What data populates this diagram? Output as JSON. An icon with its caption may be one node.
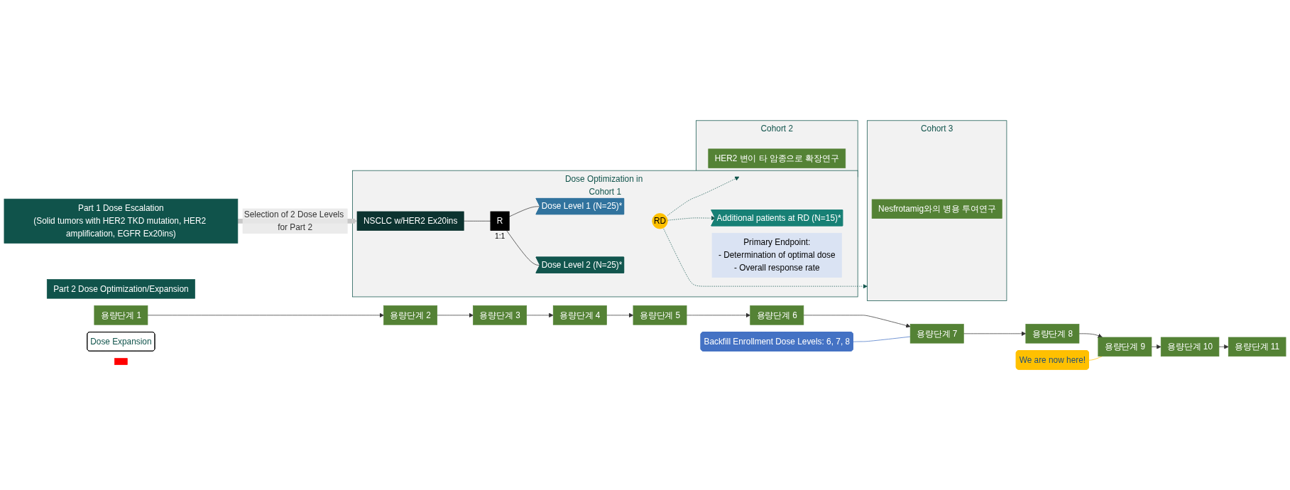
{
  "diagram": {
    "nodes": [
      {
        "text": [
          "Part 1 Dose Escalation",
          "(Solid tumors with HER2 TKD mutation, HER2 amplification, EGFR Ex20ins)"
        ]
      },
      {
        "text": [
          "Part 2 Dose Optimization/Expansion"
        ]
      },
      {
        "text": [
          "We are now here!"
        ]
      },
      {
        "text": [
          "Backfill Enrollment Dose Levels: 6, 7, 8"
        ]
      },
      {
        "text": [
          "용량단계 1"
        ]
      },
      {
        "text": [
          "용량단계 2"
        ]
      },
      {
        "text": [
          "용량단계 3"
        ]
      },
      {
        "text": [
          "용량단계 4"
        ]
      },
      {
        "text": [
          "용량단계 5"
        ]
      },
      {
        "text": [
          "용량단계 6"
        ]
      },
      {
        "text": [
          "용량단계 7"
        ]
      },
      {
        "text": [
          "용량단계 8"
        ]
      },
      {
        "text": [
          "용량단계 9"
        ]
      },
      {
        "text": [
          "용량단계 10"
        ]
      },
      {
        "text": [
          "용량단계 11"
        ]
      },
      {
        "text": [
          "Dose Optimization in Cohort 1"
        ]
      },
      {
        "text": [
          "NSCLC w/HER2 Ex20ins"
        ],
        "in": 15
      },
      {
        "text": [
          "R"
        ],
        "in": 15,
        "beside": [
          "1:1"
        ]
      },
      {
        "text": [
          "Dose Level 1 (N=25)*"
        ],
        "in": 15
      },
      {
        "text": [
          "Dose Level 2 (N=25)*"
        ],
        "in": 15
      },
      {
        "text": [
          "RD"
        ],
        "in": 15
      },
      {
        "text": [
          "Additional patients at RD (N=15)*"
        ],
        "in": 15
      },
      {
        "text": [
          "Primary Endpoint:",
          "- Determination of optimal dose",
          "- Overall response rate"
        ],
        "in": 15
      },
      {
        "text": [
          "Dose Expansion"
        ]
      },
      {
        "text": [
          "Cohort 2"
        ]
      },
      {
        "text": [
          "HER2 변이 타 암종으로 확장연구"
        ],
        "in": 24
      },
      {
        "text": [
          "Cohort 3"
        ]
      },
      {
        "text": [
          "Nesfrotamig와의 병용 투여연구"
        ],
        "in": 26
      },
      {
        "text": [],
        "shape": "box"
      }
    ],
    "edges": [
      {
        "from": 4,
        "to": 5,
        "arrow": "to"
      },
      {
        "from": 5,
        "to": 6,
        "arrow": "to"
      },
      {
        "from": 6,
        "to": 7,
        "arrow": "to"
      },
      {
        "from": 7,
        "to": 8,
        "arrow": "to"
      },
      {
        "from": 8,
        "to": 9,
        "arrow": "to"
      },
      {
        "from": 9,
        "to": 10,
        "arrow": "to"
      },
      {
        "from": 10,
        "to": 11,
        "arrow": "to"
      },
      {
        "from": 11,
        "to": 12,
        "arrow": "to"
      },
      {
        "from": 12,
        "to": 13,
        "arrow": "to"
      },
      {
        "from": 13,
        "to": 14,
        "arrow": "to"
      },
      {
        "from": 2,
        "to": 12,
        "arrow": "none",
        "color": "#ffc000"
      },
      {
        "from": 3,
        "to": 10,
        "arrow": "none",
        "color": "#4472c4"
      },
      {
        "from": 0,
        "to": 16,
        "arrow": "to",
        "label": "Selection of 2 Dose Levels for Part 2",
        "style": "thick",
        "color": "#c8c8c8"
      },
      {
        "from": 16,
        "to": 17,
        "arrow": "none"
      },
      {
        "from": 17,
        "to": 18,
        "arrow": "none"
      },
      {
        "from": 17,
        "to": 19,
        "arrow": "none"
      },
      {
        "from": 20,
        "to": 21,
        "arrow": "to",
        "style": "dashed",
        "color": "#12564e"
      },
      {
        "from": 20,
        "to": 24,
        "arrow": "to",
        "style": "dashed",
        "color": "#12564e"
      },
      {
        "from": 20,
        "to": 26,
        "arrow": "to",
        "style": "dashed",
        "color": "#12564e"
      }
    ]
  }
}
